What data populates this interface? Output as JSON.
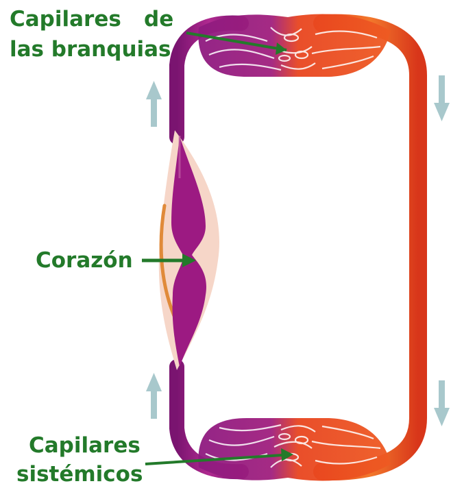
{
  "labels": {
    "gill_line1": "Capilares",
    "gill_line2": "de",
    "gill_line3": "las branquias",
    "heart": "Corazón",
    "systemic_line1": "Capilares",
    "systemic_line2": "sistémicos"
  },
  "colors": {
    "deoxygenated": "#9c1a82",
    "oxygenated": "#e8401c",
    "label_text": "#237a2a",
    "arrow_label": "#237a2a",
    "flow_arrow": "#a8c8cc",
    "heart_outer": "#f6d6c8",
    "heart_edge": "#e08a3a"
  },
  "icons": {
    "flow_arrows": [
      "arrow-up-icon",
      "arrow-down-icon"
    ]
  }
}
